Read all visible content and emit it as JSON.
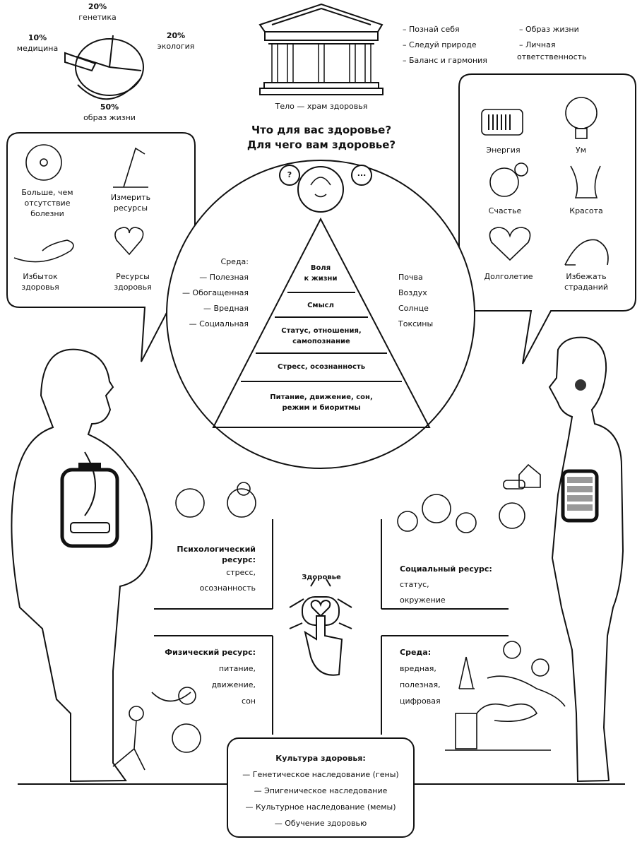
{
  "pie": {
    "genetics": {
      "pct": "20%",
      "label": "генетика"
    },
    "medicine": {
      "pct": "10%",
      "label": "медицина"
    },
    "ecology": {
      "pct": "20%",
      "label": "экология"
    },
    "lifestyle": {
      "pct": "50%",
      "label": "образ жизни"
    }
  },
  "temple": {
    "caption": "Тело — храм здоровья",
    "list_left": [
      "– Познай себя",
      "– Следуй природе",
      "– Баланс и гармония"
    ],
    "list_right": [
      "– Образ жизни",
      "– Личная",
      "ответственность"
    ]
  },
  "questions": [
    "Что для вас здоровье?",
    "Для чего вам здоровье?"
  ],
  "bubbles": {
    "question": "?",
    "ellipsis": "..."
  },
  "left_box": {
    "items": [
      {
        "label": [
          "Больше, чем",
          "отсутствие",
          "болезни"
        ],
        "icon": "gauge-icon"
      },
      {
        "label": [
          "Измерить",
          "ресурсы"
        ],
        "icon": "microscope-icon"
      },
      {
        "label": [
          "Избыток",
          "здоровья"
        ],
        "icon": "hand-with-pills-icon"
      },
      {
        "label": [
          "Ресурсы",
          "здоровья"
        ],
        "icon": "hands-heart-icon"
      }
    ]
  },
  "right_box": {
    "items": [
      {
        "label": "Энергия",
        "icon": "battery-icon"
      },
      {
        "label": "Ум",
        "icon": "lightbulb-brain-icon"
      },
      {
        "label": "Счастье",
        "icon": "happy-face-icon"
      },
      {
        "label": "Красота",
        "icon": "body-icon"
      },
      {
        "label": "Долголетие",
        "icon": "infinity-heart-icon"
      },
      {
        "label": [
          "Избежать",
          "страданий"
        ],
        "icon": "kneeling-person-icon"
      }
    ]
  },
  "pyramid": {
    "levels": [
      [
        "Воля",
        "к жизни"
      ],
      [
        "Смысл"
      ],
      [
        "Статус, отношения,",
        "самопознание"
      ],
      [
        "Стресс, осознанность"
      ],
      [
        "Питание, движение, сон,",
        "режим и биоритмы"
      ]
    ],
    "left": [
      "Среда:",
      "— Полезная",
      "— Обогащенная",
      "— Вредная",
      "— Социальная"
    ],
    "right": [
      "Почва",
      "Воздух",
      "Солнце",
      "Токсины"
    ]
  },
  "center_label": "Здоровье",
  "resources": {
    "psych": {
      "title": [
        "Психологический",
        "ресурс:"
      ],
      "items": [
        "стресс,",
        "осознанность"
      ]
    },
    "social": {
      "title": "Социальный ресурс:",
      "items": [
        "статус,",
        "окружение"
      ]
    },
    "physical": {
      "title": "Физический ресурс:",
      "items": [
        "питание,",
        "движение,",
        "сон"
      ]
    },
    "environment": {
      "title": "Среда:",
      "items": [
        "вредная,",
        "полезная,",
        "цифровая"
      ]
    }
  },
  "culture": {
    "title": "Культура здоровья:",
    "items": [
      "— Генетическое наследование (гены)",
      "— Эпигеническое наследование",
      "— Культурное наследование (мемы)",
      "— Обучение здоровью"
    ]
  },
  "battery_levels": {
    "left_person": 0.15,
    "right_person": 1.0
  }
}
